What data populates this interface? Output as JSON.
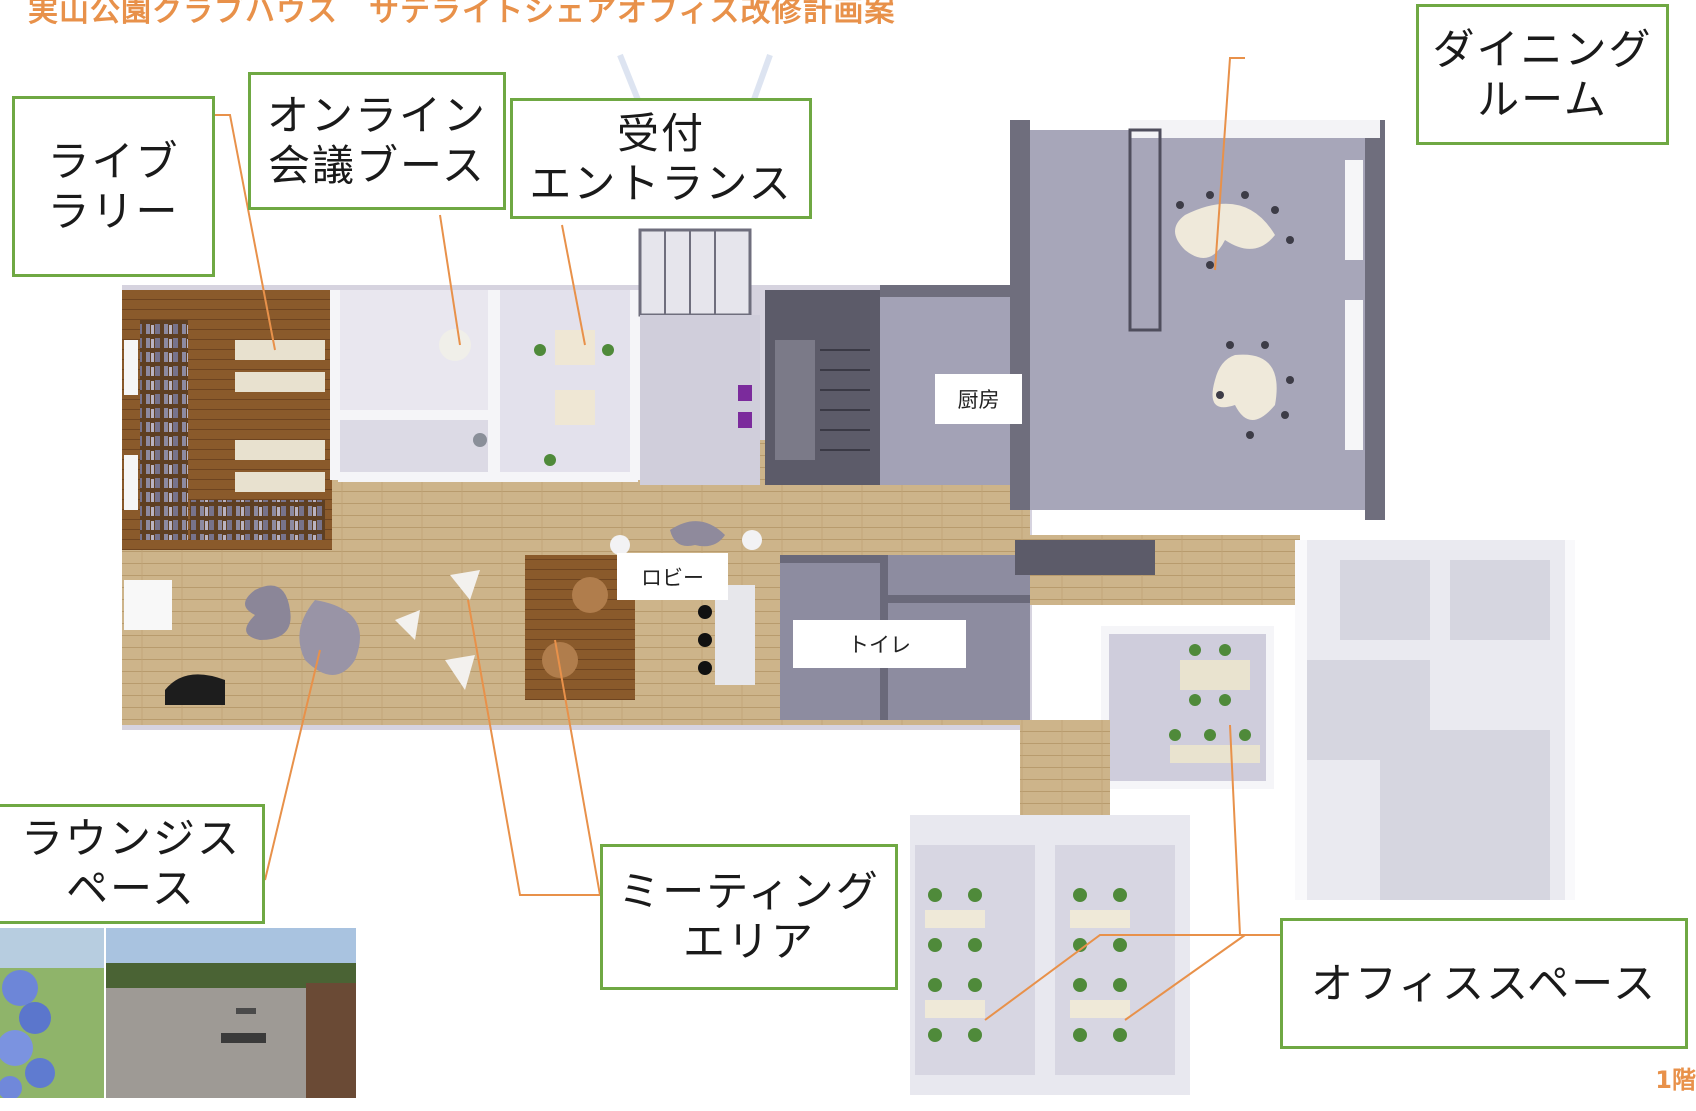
{
  "header": {
    "title": "実山公園クラブハウス　サテライトシェアオフィス改修計画案",
    "floor_label": "1階"
  },
  "callouts": {
    "library": "ライブ\nラリー",
    "online_booth": "オンライン\n会議ブース",
    "reception": "受付\nエントランス",
    "dining": "ダイニング\nルーム",
    "lounge": "ラウンジス\nペース",
    "meeting": "ミーティング\nエリア",
    "office": "オフィススペース"
  },
  "rooms": {
    "kitchen": "厨房",
    "lobby": "ロビー",
    "toilet": "トイレ"
  },
  "colors": {
    "callout_border": "#6fa843",
    "leader_line": "#e8914a",
    "title": "#e8914a"
  }
}
